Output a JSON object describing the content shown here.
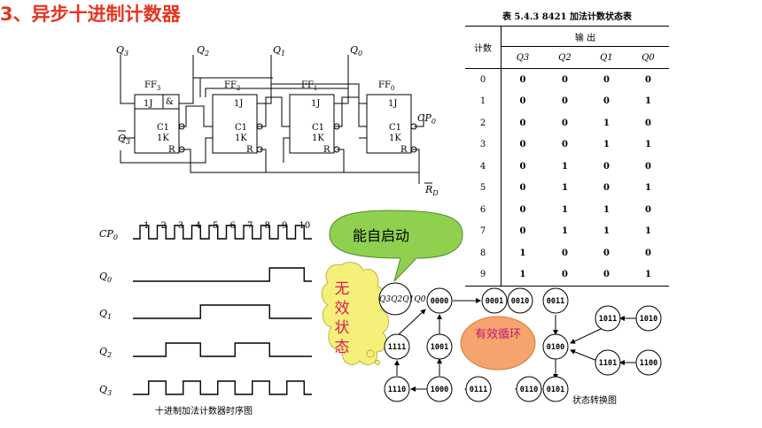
{
  "title": "3、异步十进制计数器",
  "circuit": {
    "q3": "Q",
    "q3_sub": "3",
    "q2": "Q",
    "q2_sub": "2",
    "q1": "Q",
    "q1_sub": "1",
    "q0": "Q",
    "q0_sub": "0",
    "q3bar": "Q",
    "q3bar_sub": "3",
    "rd": "R",
    "rd_sub": "D",
    "cp": "CP",
    "cp_sub": "0",
    "ff": [
      {
        "name": "FF",
        "sub": "3",
        "j": "1J",
        "amp": "&",
        "c": "C1",
        "k": "1K",
        "r": "R"
      },
      {
        "name": "FF",
        "sub": "2",
        "j": "1J",
        "amp": "",
        "c": "C1",
        "k": "1K",
        "r": "R"
      },
      {
        "name": "FF",
        "sub": "1",
        "j": "1J",
        "amp": "",
        "c": "C1",
        "k": "1K",
        "r": "R"
      },
      {
        "name": "FF",
        "sub": "0",
        "j": "1J",
        "amp": "",
        "c": "C1",
        "k": "1K",
        "r": "R"
      }
    ]
  },
  "table": {
    "caption": "表 5.4.3   8421 加法计数状态表",
    "col_count": "计数",
    "col_output": "输        出",
    "heads": [
      "Q3",
      "Q2",
      "Q1",
      "Q0"
    ],
    "rows": [
      [
        "0",
        "0",
        "0",
        "0",
        "0"
      ],
      [
        "1",
        "0",
        "0",
        "0",
        "1"
      ],
      [
        "2",
        "0",
        "0",
        "1",
        "0"
      ],
      [
        "3",
        "0",
        "0",
        "1",
        "1"
      ],
      [
        "4",
        "0",
        "1",
        "0",
        "0"
      ],
      [
        "5",
        "0",
        "1",
        "0",
        "1"
      ],
      [
        "6",
        "0",
        "1",
        "1",
        "0"
      ],
      [
        "7",
        "0",
        "1",
        "1",
        "1"
      ],
      [
        "8",
        "1",
        "0",
        "0",
        "0"
      ],
      [
        "9",
        "1",
        "0",
        "0",
        "1"
      ]
    ]
  },
  "timing": {
    "pulse_numbers": [
      "1",
      "2",
      "3",
      "4",
      "5",
      "6",
      "7",
      "8",
      "9",
      "10"
    ],
    "signals": [
      "CP0",
      "Q0",
      "Q1",
      "Q2",
      "Q3"
    ],
    "caption": "十进制加法计数器时序图"
  },
  "callout": {
    "text": "能自启动"
  },
  "invalid_label": "无效状态",
  "valid_label": "有效循环",
  "state_graph": {
    "legend": "Q3Q2Q1Q0",
    "valid_nodes": [
      "0000",
      "0001",
      "0010",
      "0011",
      "0100",
      "0101",
      "0110",
      "0111",
      "1000",
      "1001"
    ],
    "invalid_nodes": [
      "1111",
      "1110",
      "1011",
      "1010",
      "1101",
      "1100"
    ],
    "caption": "状态转换图"
  },
  "colors": {
    "title": "#e8331f",
    "callout": "#8fd14f",
    "invalid_cloud": "#f5f07a",
    "valid_oval": "#f5a46e"
  }
}
